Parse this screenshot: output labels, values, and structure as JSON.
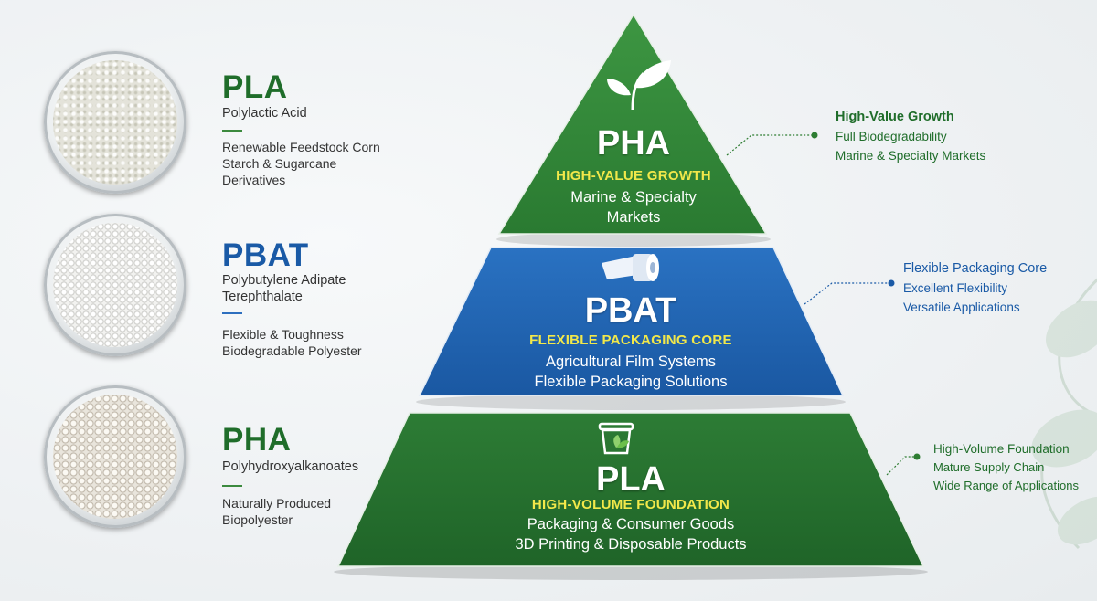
{
  "legend": [
    {
      "name": "PLA",
      "full_name": "Polylactic Acid",
      "desc": "Renewable Feedstock Corn Starch & Sugarcane Derivatives",
      "color": "#1f6d2a"
    },
    {
      "name": "PBAT",
      "full_name": "Polybutylene Adipate Terephthalate",
      "desc": "Flexible & Toughness Biodegradable Polyester",
      "color": "#1a5aa6"
    },
    {
      "name": "PHA",
      "full_name": "Polyhydroxyalkanoates",
      "desc": "Naturally Produced Biopolyester",
      "color": "#1f6d2a"
    }
  ],
  "pyramid": {
    "top": {
      "title": "PHA",
      "tag": "HIGH-VALUE GROWTH",
      "lines": [
        "Marine & Specialty",
        "Markets"
      ],
      "icon": "leaf-icon",
      "color": "#2e7d32"
    },
    "middle": {
      "title": "PBAT",
      "tag": "FLEXIBLE PACKAGING CORE",
      "lines": [
        "Agricultural Film Systems",
        "Flexible Packaging Solutions"
      ],
      "icon": "film-roll-icon",
      "color": "#1b5fae"
    },
    "bottom": {
      "title": "PLA",
      "tag": "HIGH-VOLUME FOUNDATION",
      "lines": [
        "Packaging & Consumer Goods",
        "3D Printing & Disposable Products"
      ],
      "icon": "container-icon",
      "color": "#236b2c"
    },
    "tag_color": "#f2e84a"
  },
  "callouts": [
    {
      "head": "High-Value Growth",
      "lines": [
        "Full Biodegradability",
        "Marine & Specialty Markets"
      ],
      "color": "#1f6d2a"
    },
    {
      "head": "Flexible Packaging Core",
      "lines": [
        "Excellent Flexibility",
        "Versatile Applications"
      ],
      "color": "#1a5aa6"
    },
    {
      "head": "High-Volume Foundation",
      "lines": [
        "Mature Supply Chain",
        "Wide Range of Applications"
      ],
      "color": "#1f6d2a"
    }
  ]
}
